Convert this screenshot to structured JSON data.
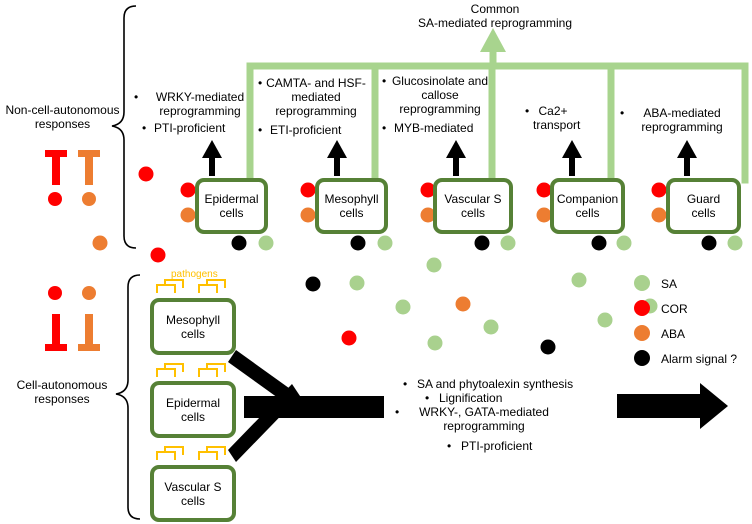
{
  "colors": {
    "green_box": "#568136",
    "light_green_arrow": "#a8d48e",
    "sa": "#a9d18e",
    "cor": "#ff0000",
    "aba": "#ed7d31",
    "alarm": "#000000",
    "pathogen": "#ffc000"
  },
  "top": {
    "common_line1": "Common",
    "common_line2": "SA-mediated reprogramming",
    "left_label_line1": "Non-cell-autonomous",
    "left_label_line2": "responses",
    "responses": [
      [
        "WRKY-mediated reprogramming",
        "PTI-proficient"
      ],
      [
        "CAMTA- and HSF-mediated reprogramming",
        "ETI-proficient"
      ],
      [
        "Glucosinolate and callose reprogramming",
        "MYB-mediated"
      ],
      [
        "Ca2+ transport"
      ],
      [
        "ABA-mediated reprogramming"
      ]
    ],
    "cells": [
      {
        "line1": "Epidermal",
        "line2": "cells"
      },
      {
        "line1": "Mesophyll",
        "line2": "cells"
      },
      {
        "line1": "Vascular S",
        "line2": "cells"
      },
      {
        "line1": "Companion",
        "line2": "cells"
      },
      {
        "line1": "Guard",
        "line2": "cells"
      }
    ]
  },
  "bottom": {
    "left_label_line1": "Cell-autonomous",
    "left_label_line2": "responses",
    "pathogens_label": "pathogens",
    "cells": [
      {
        "line1": "Mesophyll",
        "line2": "cells"
      },
      {
        "line1": "Epidermal",
        "line2": "cells"
      },
      {
        "line1": "Vascular S",
        "line2": "cells"
      }
    ],
    "responses": [
      "SA and phytoalexin synthesis",
      "Lignification",
      "WRKY-, GATA-mediated reprogramming",
      "PTI-proficient"
    ]
  },
  "legend": [
    {
      "label": "SA",
      "color": "#a9d18e"
    },
    {
      "label": "COR",
      "color": "#ff0000"
    },
    {
      "label": "ABA",
      "color": "#ed7d31"
    },
    {
      "label": "Alarm signal ?",
      "color": "#000000"
    }
  ]
}
